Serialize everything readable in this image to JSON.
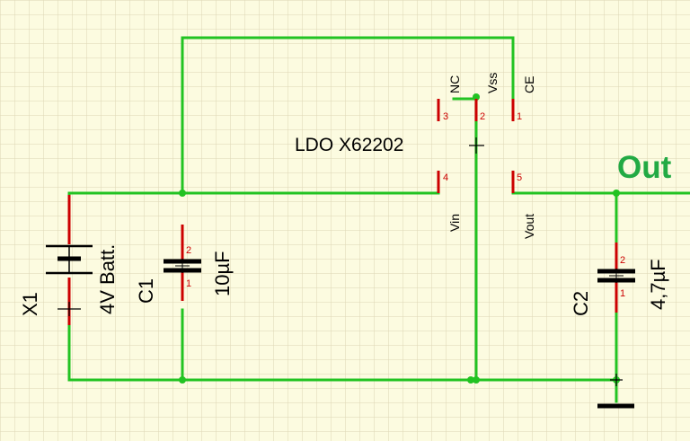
{
  "colors": {
    "background": "#fcfbe0",
    "grid": "#ddd6b4",
    "wire": "#22c322",
    "lead": "#cc0000",
    "node": "#22c322",
    "out_label": "#22aa44",
    "ink": "#000000"
  },
  "regulator": {
    "name": "LDO X62202",
    "pins": [
      {
        "num": "3",
        "name": "NC"
      },
      {
        "num": "2",
        "name": "Vss"
      },
      {
        "num": "1",
        "name": "CE"
      },
      {
        "num": "4",
        "name": "Vin"
      },
      {
        "num": "5",
        "name": "Vout"
      }
    ]
  },
  "battery": {
    "ref": "X1",
    "value": "4V Batt."
  },
  "c1": {
    "ref": "C1",
    "value": "10µF",
    "pin_top": "2",
    "pin_bottom": "1"
  },
  "c2": {
    "ref": "C2",
    "value": "4,7µF",
    "pin_top": "2",
    "pin_bottom": "1"
  },
  "out_label": "Out",
  "icons": {
    "ground": "ground-symbol-icon",
    "battery": "battery-symbol-icon",
    "capacitor": "capacitor-symbol-icon"
  }
}
